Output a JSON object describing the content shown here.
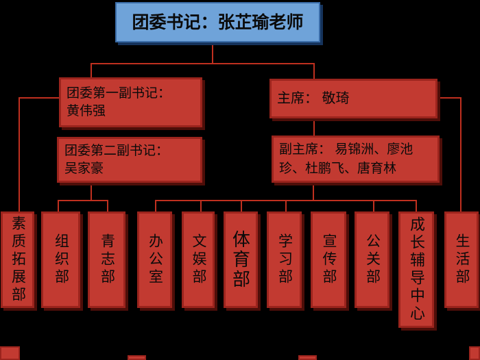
{
  "colors": {
    "background": "#000000",
    "node_fill_red": "#C23A31",
    "node_border_red": "#9B241D",
    "node_shadow_red": "#4E0E09",
    "node_fill_blue": "#6FA3D9",
    "node_border_blue": "#3A6CA8",
    "connector": "#C0301F",
    "text": "#0a0a0a"
  },
  "org": {
    "secretary": "团委书记：张芷瑜老师",
    "deputy1": "团委第一副书记：\n黄伟强",
    "deputy2": "团委第二副书记：\n吴家豪",
    "chairman": "主席： 敬琦",
    "vice_chairmen": "副主席： 易锦洲、廖池\n珍、杜鹏飞、唐育林",
    "departments": [
      {
        "label": "素质拓展部"
      },
      {
        "label": "组织部"
      },
      {
        "label": "青志部"
      },
      {
        "label": "办公室"
      },
      {
        "label": "文娱部"
      },
      {
        "label": "体育部"
      },
      {
        "label": "学习部"
      },
      {
        "label": "宣传部"
      },
      {
        "label": "公关部"
      },
      {
        "label": "成长辅导中心"
      },
      {
        "label": "生活部"
      }
    ]
  }
}
